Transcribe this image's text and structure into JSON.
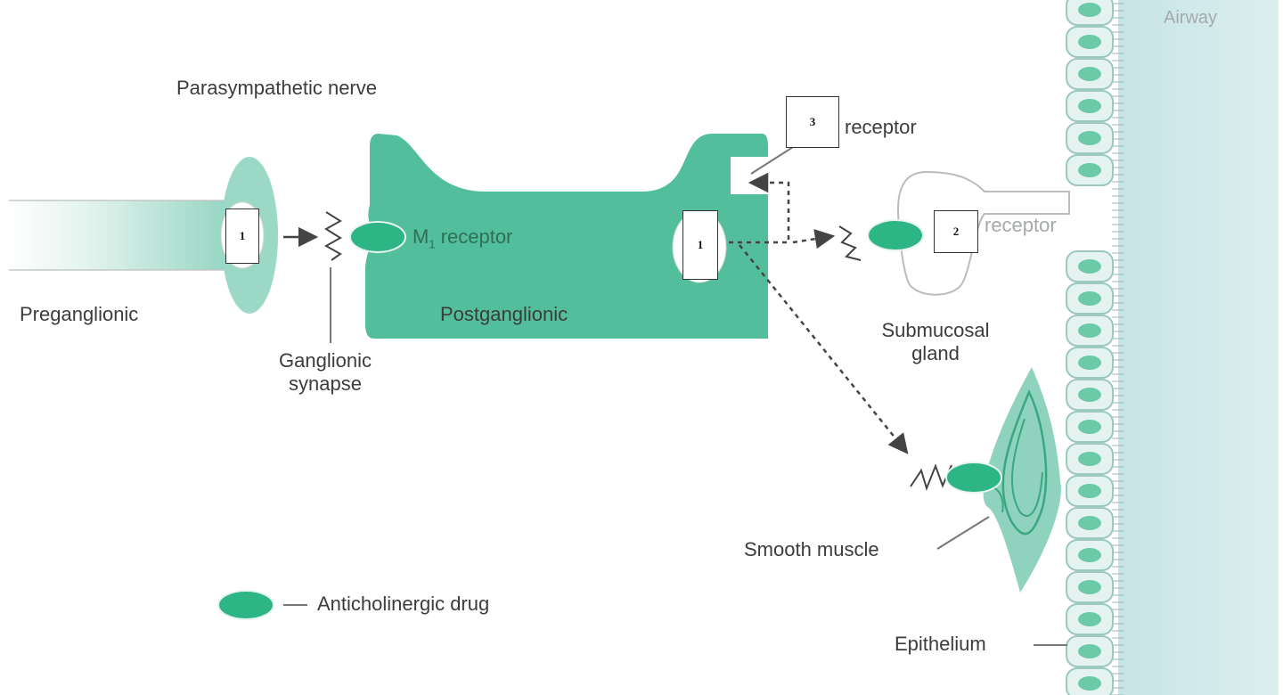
{
  "colors": {
    "teal": "#4fbd99",
    "teal_light": "#8fd3bf",
    "drug": "#2db585",
    "airway": "#cfe7e9",
    "cell": "#def0ee",
    "line": "#444444",
    "text": "#3c3c3c"
  },
  "labels": {
    "airway": "Airway",
    "parasympathetic_nerve": "Parasympathetic nerve",
    "preganglionic": "Preganglionic",
    "postganglionic": "Postganglionic",
    "ganglionic_synapse_1": "Ganglionic",
    "ganglionic_synapse_2": "synapse",
    "m1_receptor_prefix": "M",
    "m1_receptor_sub": "1",
    "m1_receptor_suffix": " receptor",
    "receptor_top": "receptor",
    "receptor_gland": "receptor",
    "submucosal_1": "Submucosal",
    "submucosal_2": "gland",
    "smooth_muscle": "Smooth muscle",
    "epithelium": "Epithelium",
    "legend": "Anticholinergic drug"
  },
  "boxes": {
    "preganglionic_terminal": "1",
    "postganglionic_terminal": "1",
    "gland_receptor": "2",
    "autoreceptor": "3"
  }
}
